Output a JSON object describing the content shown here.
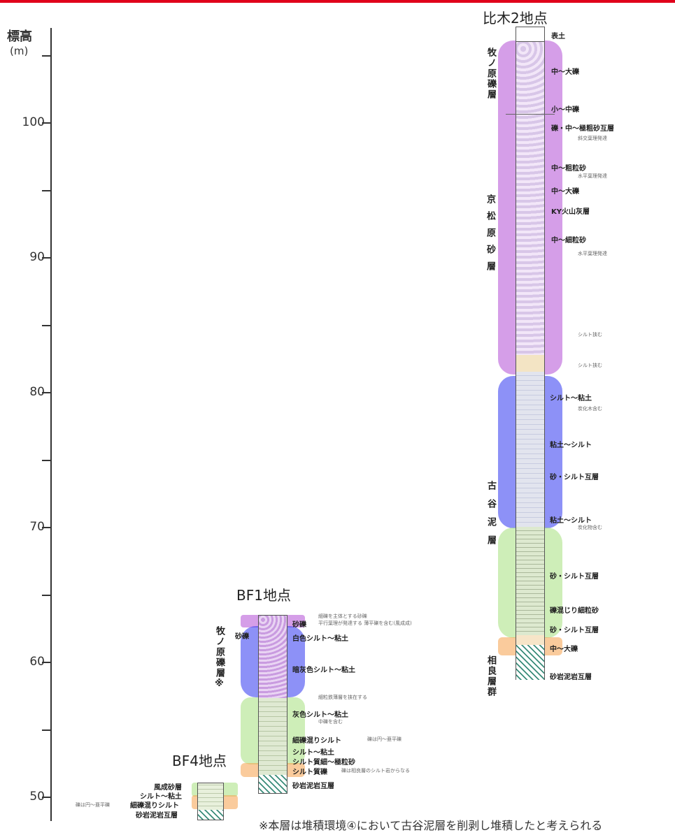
{
  "axis": {
    "label": "標高",
    "unit": "(m)",
    "ticks": [
      {
        "value": 50,
        "label": "50"
      },
      {
        "value": 60,
        "label": "60"
      },
      {
        "value": 70,
        "label": "70"
      },
      {
        "value": 80,
        "label": "80"
      },
      {
        "value": 90,
        "label": "90"
      },
      {
        "value": 100,
        "label": "100"
      }
    ]
  },
  "hiki2": {
    "title": "比木2地点",
    "formations": {
      "makinohara": "牧ノ原礫層",
      "kyomatsubara": "京松原砂層",
      "furuya": "古谷泥層",
      "sagara": "相良層群"
    },
    "layers": [
      "表土",
      "中～大礫",
      "小～中礫",
      "礫・中～極粗砂互層",
      "中～粗粒砂",
      "中～大礫",
      "KY火山灰層",
      "中～細粒砂",
      "シルト～粘土",
      "粘土～シルト",
      "砂・シルト互層",
      "粘土～シルト",
      "砂・シルト互層",
      "礫混じり細粒砂",
      "砂・シルト互層",
      "中～大礫",
      "砂岩泥岩互層"
    ],
    "notes": [
      "斜交葉理発達",
      "水平葉理発達",
      "水平葉理発達",
      "シルト挟む",
      "シルト挟む",
      "炭化木含む",
      "炭化物含む"
    ]
  },
  "bf1": {
    "title": "BF1地点",
    "formation": "牧ノ原礫層※",
    "side_label": "砂礫",
    "layers": [
      "砂礫",
      "白色シルト～粘土",
      "暗灰色シルト～粘土",
      "灰色シルト～粘土",
      "細礫混りシルト",
      "シルト～粘土",
      "シルト質細～極粒砂",
      "シルト質礫",
      "砂岩泥岩互層"
    ],
    "notes": [
      "細礫を主体とする砂礫",
      "平行葉理が発達する 薄平礫を含む(風成成)",
      "細粒鉄薄層を挟在する",
      "中礫を含む",
      "礫は円～亜平礫",
      "礫は相良層のシルト岩からなる"
    ]
  },
  "bf4": {
    "title": "BF4地点",
    "layers": [
      "風成砂層",
      "シルト～粘土",
      "細礫混りシルト",
      "砂岩泥岩互層"
    ],
    "notes": [
      "礫は円～亜平礫"
    ]
  },
  "footnote": "※本層は堆積環境④において古谷泥層を削剥し堆積したと考えられる",
  "colors": {
    "purple": "#b24fd6",
    "blue": "#2f37f0",
    "green": "#a6e07e",
    "orange": "#f5a04a",
    "accent_red": "#e0001a"
  }
}
